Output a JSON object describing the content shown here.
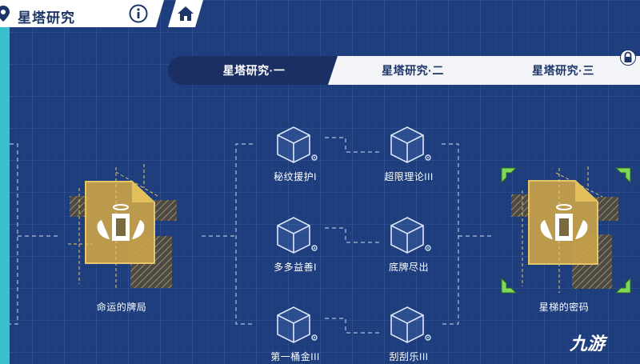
{
  "header": {
    "title": "星塔研究",
    "info_icon": "info-circle-icon",
    "home_icon": "home-icon",
    "pin_icon": "location-pin-icon"
  },
  "tabs": [
    {
      "label": "星塔研究·一",
      "active": true
    },
    {
      "label": "星塔研究·二",
      "active": false
    },
    {
      "label": "星塔研究·三",
      "active": false
    }
  ],
  "tab3_lock_icon": "lock-icon",
  "cards": {
    "left": {
      "label": "命运的牌局",
      "icon": "winged-document-icon"
    },
    "right": {
      "label": "星梯的密码",
      "icon": "winged-document-icon",
      "selected": true
    }
  },
  "nodes": [
    {
      "label": "秘纹援护I",
      "icon": "cube-icon"
    },
    {
      "label": "超限理论III",
      "icon": "cube-icon"
    },
    {
      "label": "多多益善I",
      "icon": "cube-icon"
    },
    {
      "label": "底牌尽出",
      "icon": "cube-icon"
    },
    {
      "label": "第一桶金III",
      "icon": "cube-icon"
    },
    {
      "label": "刮刮乐III",
      "icon": "cube-icon"
    }
  ],
  "watermark": "九游",
  "colors": {
    "card_gold": "#c9a24a",
    "accent_green": "#7ed957",
    "strip_cyan": "#38c0ce",
    "bg_blue": "#1d3d7c"
  }
}
